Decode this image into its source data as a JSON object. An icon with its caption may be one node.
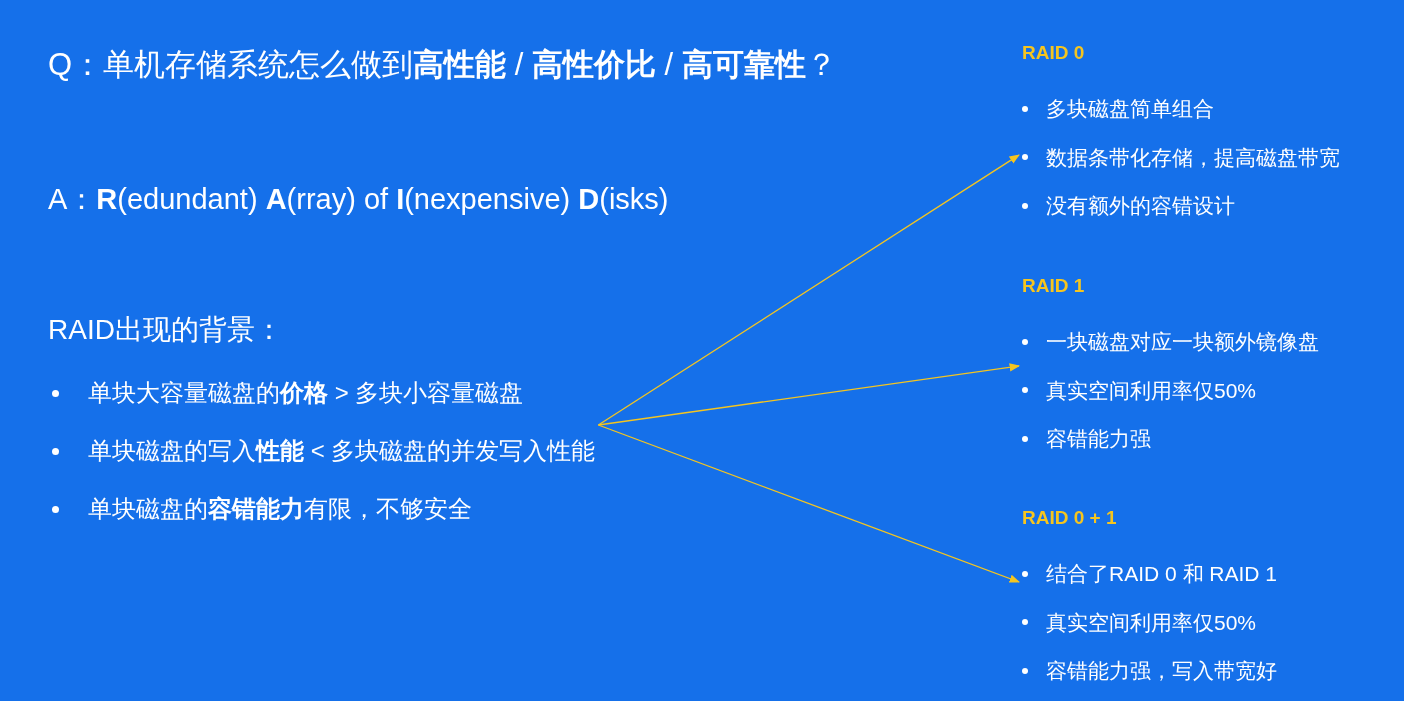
{
  "diagram": {
    "title": "Q：单机存储系统怎么做到**高性能** / **高性价比** / **高可靠性**？",
    "nodes": [
      {
        "text": [
          "RAID出现的背景：",
          "单块大容量磁盘的**价格** > 多块小容量磁盘",
          "单块磁盘的写入**性能** < 多块磁盘的并发写入性能",
          "单块磁盘的**容错能力**有限，不够安全"
        ]
      },
      {
        "text": [
          "RAID 0",
          "多块磁盘简单组合",
          "数据条带化存储，提高磁盘带宽",
          "没有额外的容错设计"
        ]
      },
      {
        "text": [
          "RAID 1",
          "一块磁盘对应一块额外镜像盘",
          "真实空间利用率仅50%",
          "容错能力强"
        ]
      },
      {
        "text": [
          "RAID 0 + 1",
          "结合了RAID 0 和 RAID 1",
          "真实空间利用率仅50%",
          "容错能力强，写入带宽好"
        ]
      }
    ],
    "edges": [
      {
        "from": 0,
        "to": 1,
        "arrow": "to"
      },
      {
        "from": 0,
        "to": 2,
        "arrow": "to"
      },
      {
        "from": 0,
        "to": 3,
        "arrow": "to"
      }
    ],
    "labels": [
      "A：**R**(edundant) **A**(rray) of **I**(nexpensive) **D**(isks)"
    ]
  }
}
